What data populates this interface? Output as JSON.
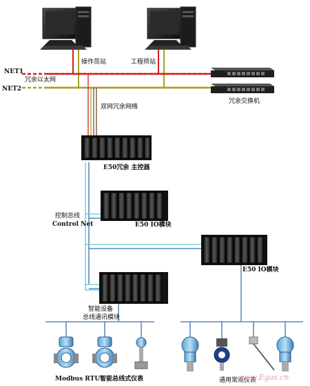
{
  "labels": {
    "operator_station": "操作员站",
    "engineer_station": "工程师站",
    "net1": "NET1",
    "net2": "NET2",
    "redundant_ethernet": "冗余以太网",
    "redundant_switch": "冗余交换机",
    "dual_redundant_network": "双网冗余网络",
    "controller": "E50冗余 主控器",
    "control_bus_cn": "控制总线",
    "control_bus_en": "Control Net",
    "io_module_1": "E50 IO模块",
    "io_module_2": "E50 IO模块",
    "smart_device_line1": "智能设备",
    "smart_device_line2": "总线通讯模块",
    "modbus_instruments": "Modbus RTU智能总线式仪表",
    "general_instruments": "通用常规仪表",
    "watermark": "www.Egas.cn"
  },
  "colors": {
    "net1": "#d21f1f",
    "net2": "#a8a020",
    "bus_cyan": "#5fc5cf",
    "bus_blue": "#3a6fb0",
    "cable_brown": "#7a4a2a"
  }
}
